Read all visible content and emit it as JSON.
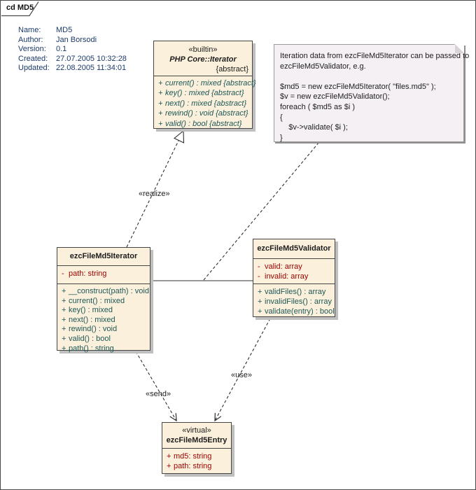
{
  "frame": {
    "tab_label": "cd MD5"
  },
  "info": {
    "rows": [
      {
        "label": "Name:",
        "value": "MD5"
      },
      {
        "label": "Author:",
        "value": "Jan Borsodi"
      },
      {
        "label": "Version:",
        "value": "0.1"
      },
      {
        "label": "Created:",
        "value": "27.07.2005 10:32:28"
      },
      {
        "label": "Updated:",
        "value": "22.08.2005 11:34:01"
      }
    ]
  },
  "note": {
    "lines": [
      "Iteration data from ezcFileMd5Iterator can be passed to",
      "ezcFileMd5Validator, e.g.",
      "",
      "$md5 = new ezcFileMd5Iterator( \"files.md5\" );",
      "$v = new ezcFileMd5Validator();",
      "foreach ( $md5 as $i )",
      "{",
      "    $v->validate( $i );",
      "}"
    ]
  },
  "classes": {
    "php_iterator": {
      "stereotype": "«builtin»",
      "name": "PHP Core::Iterator",
      "modifier": "{abstract}",
      "methods": [
        {
          "vis": "+",
          "sig": "current() : mixed {abstract}"
        },
        {
          "vis": "+",
          "sig": "key() : mixed {abstract}"
        },
        {
          "vis": "+",
          "sig": "next() : mixed {abstract}"
        },
        {
          "vis": "+",
          "sig": "rewind() : void {abstract}"
        },
        {
          "vis": "+",
          "sig": "valid() : bool {abstract}"
        }
      ]
    },
    "iterator": {
      "name": "ezcFileMd5Iterator",
      "attributes": [
        {
          "vis": "-",
          "sig": "path: string"
        }
      ],
      "methods": [
        {
          "vis": "+",
          "sig": "__construct(path) : void"
        },
        {
          "vis": "+",
          "sig": "current() : mixed"
        },
        {
          "vis": "+",
          "sig": "key() : mixed"
        },
        {
          "vis": "+",
          "sig": "next() : mixed"
        },
        {
          "vis": "+",
          "sig": "rewind() : void"
        },
        {
          "vis": "+",
          "sig": "valid() : bool"
        },
        {
          "vis": "+",
          "sig": "path() : string"
        }
      ]
    },
    "validator": {
      "name": "ezcFileMd5Validator",
      "attributes": [
        {
          "vis": "-",
          "sig": "valid: array"
        },
        {
          "vis": "-",
          "sig": "invalid: array"
        }
      ],
      "methods": [
        {
          "vis": "+",
          "sig": "validFiles() : array"
        },
        {
          "vis": "+",
          "sig": "invalidFiles() : array"
        },
        {
          "vis": "+",
          "sig": "validate(entry) : bool"
        }
      ]
    },
    "entry": {
      "stereotype": "«virtual»",
      "name": "ezcFileMd5Entry",
      "attributes": [
        {
          "vis": "+",
          "sig": "md5: string"
        },
        {
          "vis": "+",
          "sig": "path: string"
        }
      ]
    }
  },
  "connectors": {
    "realize_label": "«realize»",
    "send_label": "«send»",
    "use_label": "«use»"
  },
  "colors": {
    "class_fill": "#FAF0DB",
    "class_border": "#454545",
    "attribute_text": "#990000",
    "method_text": "#1E5757",
    "info_text": "#1B3A6B",
    "note_fill": "#F4F0F4",
    "note_border": "#9B9B9B",
    "shadow": "#BFBFBF",
    "connector": "#2F2F2F"
  }
}
